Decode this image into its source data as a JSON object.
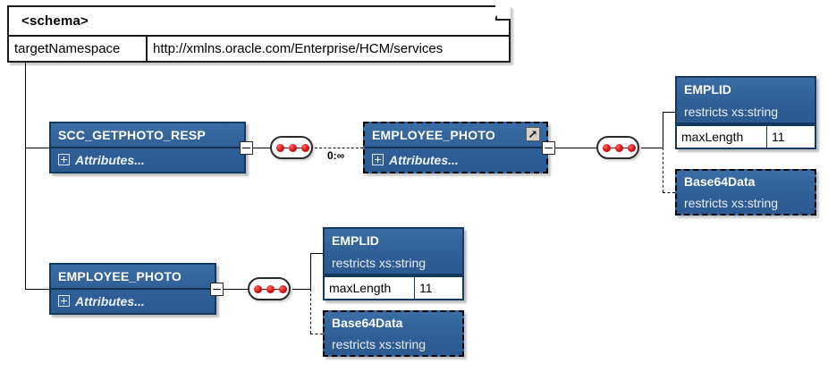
{
  "diagram": {
    "type": "xsd-schema-diagram",
    "title": "XML Schema element structure"
  },
  "schema": {
    "label": "<schema>",
    "attribute_name": "targetNamespace",
    "attribute_value": "http://xmlns.oracle.com/Enterprise/HCM/services",
    "fold_icon": "note-fold-corner"
  },
  "icons": {
    "expand": "plus-box-icon",
    "collapse": "minus-toggle-icon",
    "reference": "external-reference-arrow-icon",
    "sequence": "sequence-compositor-icon"
  },
  "labels": {
    "attributes": "Attributes...",
    "restricts": "restricts xs:string",
    "maxlength_name": "maxLength",
    "maxlength_value": "11",
    "multiplicity_unbounded": "0:∞"
  },
  "nodes": {
    "scc_getphoto_resp": {
      "name": "SCC_GETPHOTO_RESP",
      "attributes": "Attributes...",
      "optional": false,
      "is_reference": false
    },
    "employee_photo_ref": {
      "name": "EMPLOYEE_PHOTO",
      "attributes": "Attributes...",
      "optional": true,
      "is_reference": true,
      "multiplicity": "0:∞"
    },
    "employee_photo_global": {
      "name": "EMPLOYEE_PHOTO",
      "attributes": "Attributes...",
      "optional": false,
      "is_reference": false
    }
  },
  "types": {
    "emplid_top": {
      "name": "EMPLID",
      "restricts": "restricts xs:string",
      "facet_name": "maxLength",
      "facet_value": "11",
      "optional": false
    },
    "base64data_top": {
      "name": "Base64Data",
      "restricts": "restricts xs:string",
      "optional": true
    },
    "emplid_bottom": {
      "name": "EMPLID",
      "restricts": "restricts xs:string",
      "facet_name": "maxLength",
      "facet_value": "11",
      "optional": false
    },
    "base64data_bottom": {
      "name": "Base64Data",
      "restricts": "restricts xs:string",
      "optional": true
    }
  },
  "colors": {
    "node_fill": "#2f5f97",
    "node_border": "#14395f",
    "compositor_dot": "#e01b1b",
    "canvas": "#ffffff",
    "text_dark": "#000000",
    "text_light": "#ffffff"
  }
}
